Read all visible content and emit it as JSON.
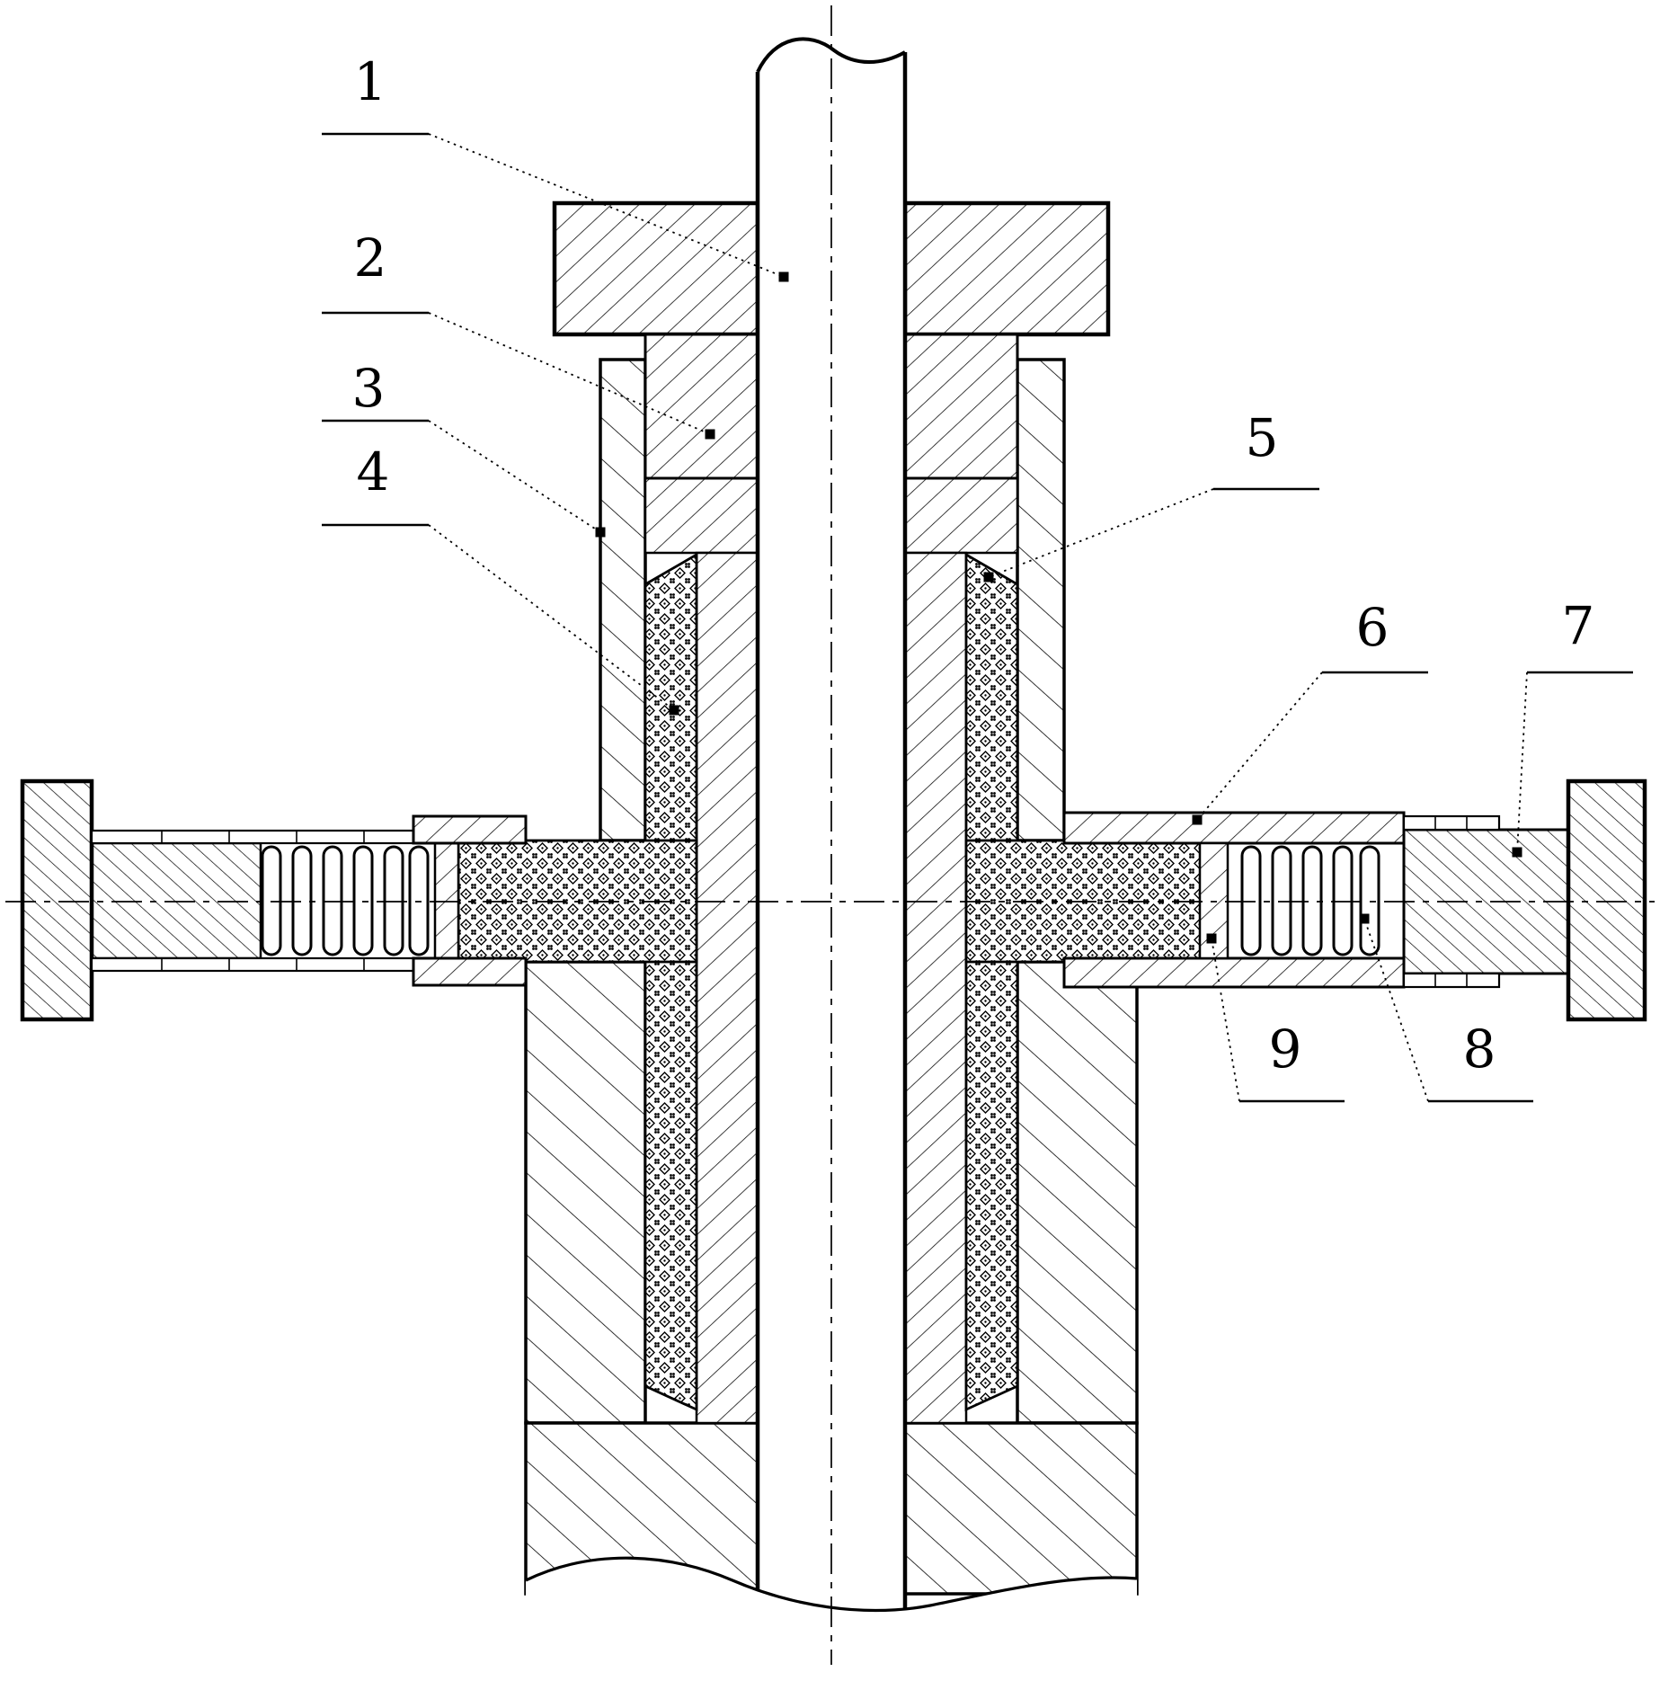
{
  "figure": {
    "kind": "patent cross-section drawing",
    "description": "Stuffing-box style shaft seal: vertical shaft with gland nut, housing, vertical packing columns, and spring-loaded horizontal packing plugs on both sides",
    "colors": {
      "ink": "#000000",
      "paper": "#ffffff"
    }
  },
  "callouts": {
    "c1": "1",
    "c2": "2",
    "c3": "3",
    "c4": "4",
    "c5": "5",
    "c6": "6",
    "c7": "7",
    "c8": "8",
    "c9": "9"
  }
}
